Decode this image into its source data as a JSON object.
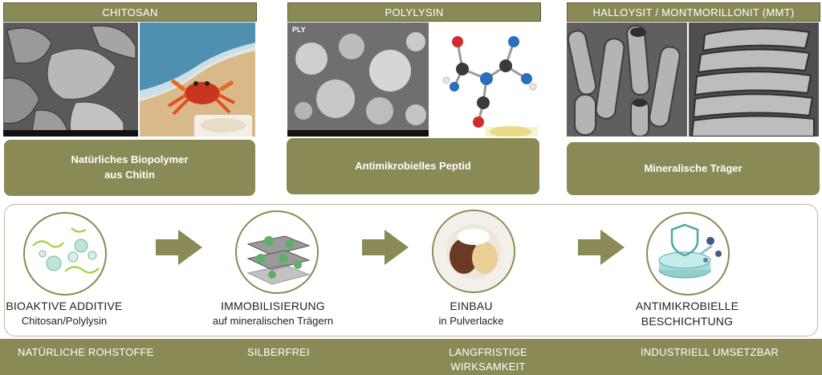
{
  "headers": {
    "chitosan": "CHITOSAN",
    "polylysin": "POLYLYSIN",
    "halloysit": "HALLOYSIT / MONTMORILLONIT (MMT)"
  },
  "cards": {
    "chitosan": [
      "Natürliches Biopolymer",
      "aus Chitin"
    ],
    "polylysin": "Antimikrobielles Peptid",
    "halloysit": "Mineralische Träger"
  },
  "photo_texts": {
    "sem_label": "PLY"
  },
  "steps": [
    {
      "title": "BIOAKTIVE ADDITIVE",
      "sub": "Chitosan/Polylysin"
    },
    {
      "title": "IMMOBILISIERUNG",
      "sub": "auf mineralischen Trägern"
    },
    {
      "title": "EINBAU",
      "sub": "in Pulverlacke"
    },
    {
      "title": "ANTIMIKROBIELLE",
      "sub": "BESCHICHTUNG"
    }
  ],
  "benefits": [
    "NATÜRLICHE ROHSTOFFE",
    "SILBERFREI",
    "LANGFRISTIGE",
    "WIRKSAMKEIT",
    "INDUSTRIELL UMSETZBAR"
  ],
  "colors": {
    "olive": "#8a8a56",
    "panel_border": "#b9b9a4",
    "sem_gray": "#6f6f6f",
    "molecule_blue": "#2a6fb8"
  }
}
